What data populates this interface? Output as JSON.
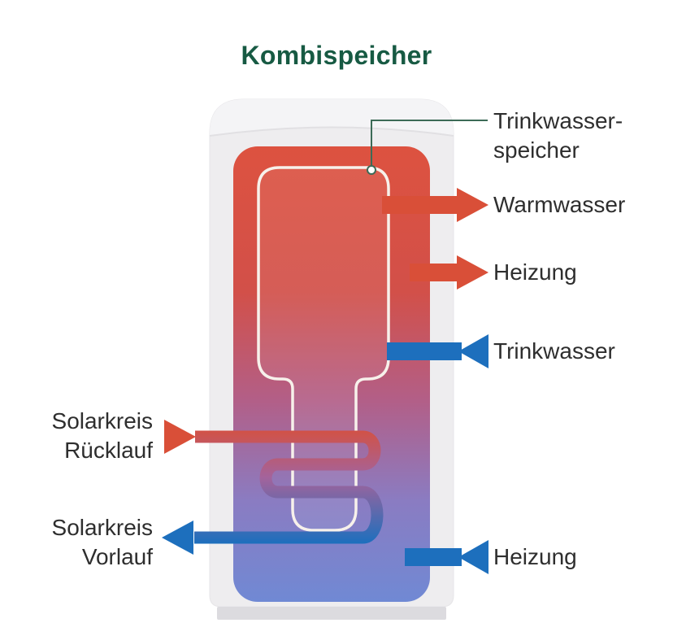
{
  "title": "Kombispeicher",
  "diagram": {
    "subject": "combination storage tank schematic",
    "tank_label": {
      "line1": "Trinkwasser-",
      "line2": "speicher"
    },
    "ports_right": [
      {
        "id": "warmwasser",
        "label": "Warmwasser",
        "direction": "out",
        "temp": "hot"
      },
      {
        "id": "heizung-vorlauf",
        "label": "Heizung",
        "direction": "out",
        "temp": "hot"
      },
      {
        "id": "trinkwasser",
        "label": "Trinkwasser",
        "direction": "in",
        "temp": "cold"
      },
      {
        "id": "heizung-ruecklauf",
        "label": "Heizung",
        "direction": "in",
        "temp": "cold"
      }
    ],
    "ports_left": [
      {
        "id": "solarkreis-ruecklauf",
        "label_line1": "Solarkreis",
        "label_line2": "Rücklauf",
        "direction": "in",
        "temp": "hot"
      },
      {
        "id": "solarkreis-vorlauf",
        "label_line1": "Solarkreis",
        "label_line2": "Vorlauf",
        "direction": "out",
        "temp": "cold"
      }
    ],
    "colors": {
      "title_green": "#175a43",
      "hot_red": "#d94f38",
      "cold_blue": "#1d6fbd",
      "tank_shell_gray": "#eeedef",
      "gradient_top": "#dd5240",
      "gradient_bottom": "#7089d4",
      "text_dark": "#2e2e2e",
      "leader_line_green": "#3c6b57"
    }
  }
}
